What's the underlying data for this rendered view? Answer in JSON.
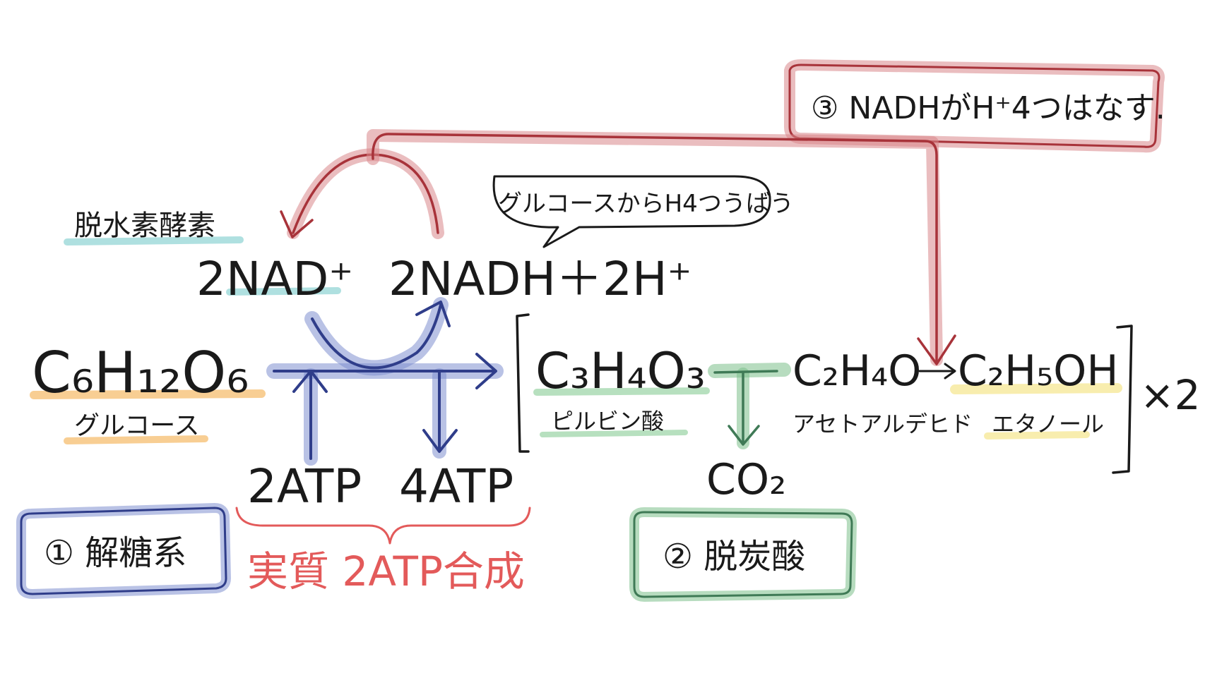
{
  "colors": {
    "ink": "#1a1a1a",
    "glycolysis_blue": "#3a4fa0",
    "glycolysis_marker": "#7f8fd0",
    "decarbox_green": "#3f7a56",
    "decarbox_marker": "#7cc08a",
    "nadh_red": "#a8333a",
    "nadh_marker": "#d9868b",
    "net_atp_red": "#e35a5a",
    "underline_orange": "#f3a63a",
    "underline_teal": "#6ec7c7",
    "underline_green": "#7cc78a",
    "underline_yellow": "#f2df6b"
  },
  "labels": {
    "dehydrogenase": "脱水素酵素",
    "nad": "2NAD⁺",
    "nadh": "2NADH＋2H⁺",
    "speech_bubble": "グルコースからH4つうばう",
    "step3_box": "③ NADHがH⁺4つはなす.",
    "glucose_formula": "C₆H₁₂O₆",
    "glucose_name": "グルコース",
    "pyruvate_formula": "C₃H₄O₃",
    "pyruvate_name": "ピルビン酸",
    "acetaldehyde_formula": "C₂H₄O",
    "acetaldehyde_name": "アセトアルデヒド",
    "ethanol_formula": "C₂H₅OH",
    "ethanol_name": "エタノール",
    "times_two": "×2",
    "co2": "CO₂",
    "atp_in": "2ATP",
    "atp_out": "4ATP",
    "net_atp": "実質 2ATP合成",
    "step1_box": "① 解糖系",
    "step2_box": "② 脱炭酸"
  }
}
